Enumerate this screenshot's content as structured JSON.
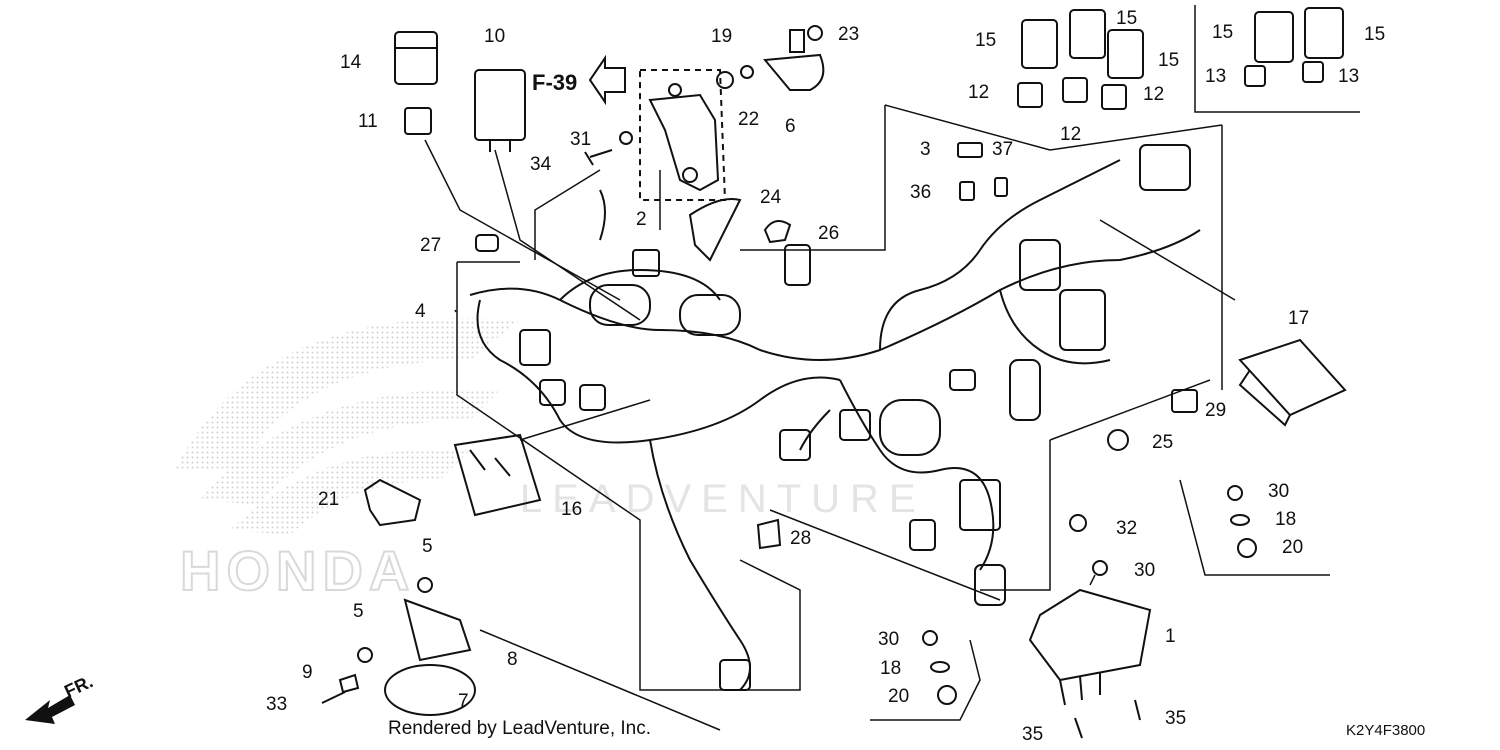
{
  "diagram": {
    "footer_text": "Rendered by LeadVenture, Inc.",
    "diagram_code": "K2Y4F3800",
    "ref_label": "F-39",
    "front_label": "FR.",
    "watermark_text": "LEADVENTURE",
    "brand_text": "HONDA",
    "callouts": {
      "c1": "1",
      "c2": "2",
      "c3": "3",
      "c4": "4",
      "c5a": "5",
      "c5b": "5",
      "c6": "6",
      "c7": "7",
      "c8": "8",
      "c9": "9",
      "c10": "10",
      "c11": "11",
      "c12a": "12",
      "c12b": "12",
      "c12c": "12",
      "c13a": "13",
      "c13b": "13",
      "c14": "14",
      "c15a": "15",
      "c15b": "15",
      "c15c": "15",
      "c15d": "15",
      "c15e": "15",
      "c16": "16",
      "c17": "17",
      "c18a": "18",
      "c18b": "18",
      "c19": "19",
      "c20a": "20",
      "c20b": "20",
      "c21": "21",
      "c22": "22",
      "c23": "23",
      "c24": "24",
      "c25": "25",
      "c26": "26",
      "c27": "27",
      "c28": "28",
      "c29": "29",
      "c30a": "30",
      "c30b": "30",
      "c30c": "30",
      "c31": "31",
      "c32": "32",
      "c33": "33",
      "c34": "34",
      "c35a": "35",
      "c35b": "35",
      "c36": "36",
      "c37": "37"
    },
    "colors": {
      "ink": "#111111",
      "watermark": "#d9d9d9",
      "background": "#ffffff"
    }
  }
}
